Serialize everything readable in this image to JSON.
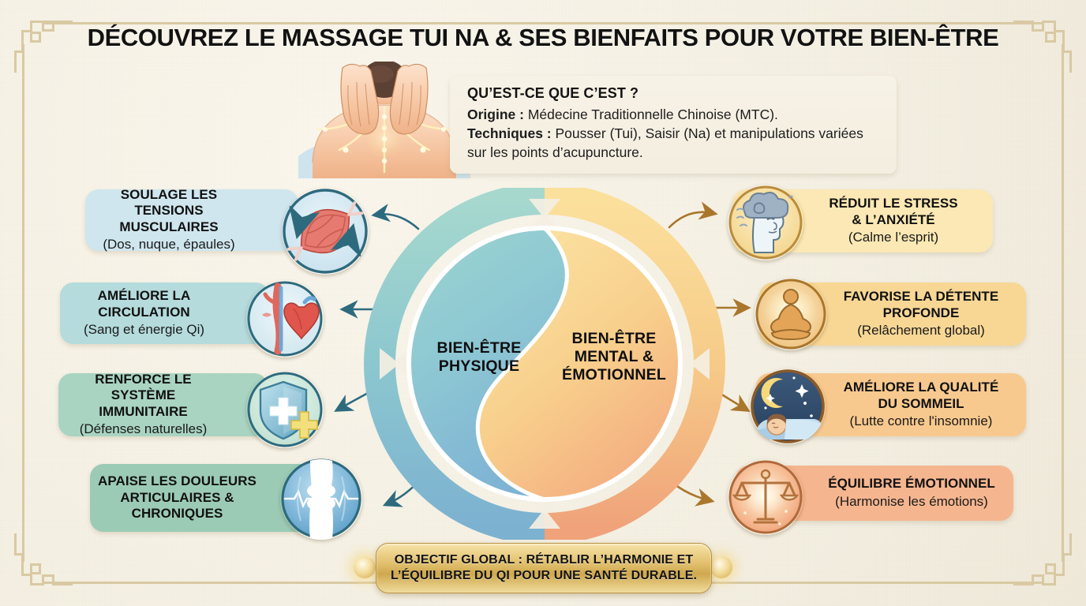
{
  "title": "DÉCOUVREZ LE MASSAGE TUI NA & SES BIENFAITS POUR VOTRE BIEN-ÊTRE",
  "intro": {
    "heading": "QU’EST-CE QUE C’EST ?",
    "line1_label": "Origine :",
    "line1_text": " Médecine Traditionnelle Chinoise (MTC).",
    "line2_label": "Techniques :",
    "line2_text": " Pousser (Tui), Saisir (Na) et manipulations variées sur les points d’acupuncture."
  },
  "core": {
    "left_label": "BIEN-ÊTRE\nPHYSIQUE",
    "left_label_l1": "BIEN-ÊTRE",
    "left_label_l2": "PHYSIQUE",
    "right_label_l1": "BIEN-ÊTRE",
    "right_label_l2": "MENTAL &",
    "right_label_l3": "ÉMOTIONNEL",
    "left_color": "#7fc0c6",
    "right_color": "#f2c46a"
  },
  "left_benefits": [
    {
      "title_l1": "SOULAGE LES TENSIONS",
      "title_l2": "MUSCULAIRES",
      "subtitle": "(Dos, nuque, épaules)",
      "icon": "muscle-icon",
      "card_color": "#cfe6ee",
      "badge_color": "#dbeaf1"
    },
    {
      "title_l1": "AMÉLIORE LA",
      "title_l2": "CIRCULATION",
      "subtitle": "(Sang et énergie Qi)",
      "icon": "heart-circulation-icon",
      "card_color": "#b5dbdc",
      "badge_color": "#d8ecf0"
    },
    {
      "title_l1": "RENFORCE LE SYSTÈME",
      "title_l2": "IMMUNITAIRE",
      "subtitle": "(Défenses naturelles)",
      "icon": "shield-icon",
      "card_color": "#a9d4c2",
      "badge_color": "#cfe7dd"
    },
    {
      "title_l1": "APAISE LES DOULEURS",
      "title_l2": "ARTICULAIRES &",
      "title_l3": "CHRONIQUES",
      "subtitle": "",
      "icon": "joint-icon",
      "card_color": "#9ccbb5",
      "badge_color": "#7fc0dd"
    }
  ],
  "right_benefits": [
    {
      "title_l1": "RÉDUIT LE STRESS",
      "title_l2": "& L’ANXIÉTÉ",
      "subtitle": "(Calme l’esprit)",
      "icon": "head-cloud-icon",
      "card_color": "#fbe8b4",
      "badge_color": "#f6dca0"
    },
    {
      "title_l1": "FAVORISE LA DÉTENTE",
      "title_l2": "PROFONDE",
      "subtitle": "(Relâchement global)",
      "icon": "meditation-icon",
      "card_color": "#f8d795",
      "badge_color": "#f0c87f"
    },
    {
      "title_l1": "AMÉLIORE LA QUALITÉ",
      "title_l2": "DU SOMMEIL",
      "subtitle": "(Lutte contre l'insomnie)",
      "icon": "moon-sleep-icon",
      "card_color": "#f8c98e",
      "badge_color": "#2f4a6d"
    },
    {
      "title_l1": "ÉQUILIBRE ÉMOTIONNEL",
      "title_l2": "",
      "subtitle": "(Harmonise les émotions)",
      "icon": "balance-scale-icon",
      "card_color": "#f5b68f",
      "badge_color": "#f2bb92"
    }
  ],
  "banner": {
    "line1": "OBJECTIF GLOBAL : RÉTABLIR L’HARMONIE ET",
    "line2": "L’ÉQUILIBRE DU QI POUR UNE SANTÉ DURABLE."
  },
  "theme": {
    "background": "#f4efe3",
    "border": "#d9c9a3",
    "gold": "#cfa84e"
  }
}
